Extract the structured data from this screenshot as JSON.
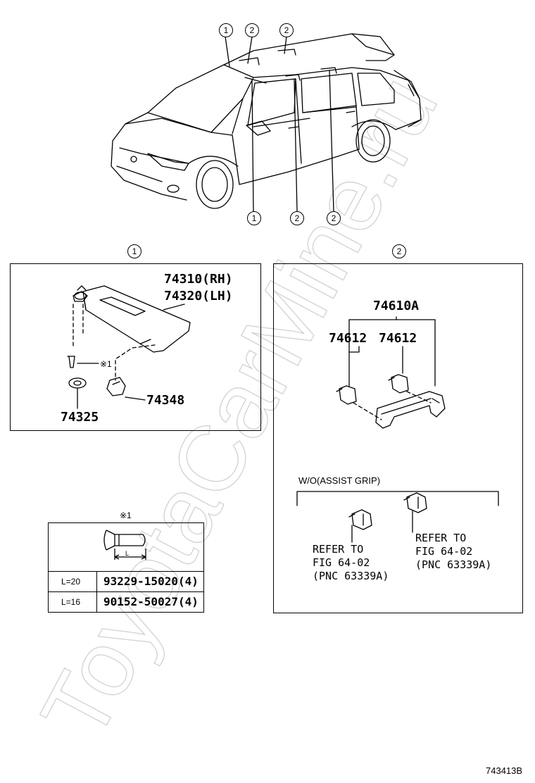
{
  "overview": {
    "callouts_top": [
      "1",
      "2",
      "2"
    ],
    "callouts_bottom": [
      "1",
      "2",
      "2"
    ]
  },
  "section_1": {
    "marker": "1",
    "parts": {
      "visor_rh": "74310(RH)",
      "visor_lh": "74320(LH)",
      "screw_ref": "※1",
      "holder": "74348",
      "bracket": "74325"
    }
  },
  "section_2": {
    "marker": "2",
    "parts": {
      "assembly": "74610A",
      "cover_left": "74612",
      "cover_right": "74612"
    },
    "wo_label": "W/O(ASSIST GRIP)",
    "refer_left": "REFER TO\nFIG 64-02\n(PNC 63339A)",
    "refer_right": "REFER TO\nFIG 64-02\n(PNC 63339A)"
  },
  "screw_table": {
    "header": "※1",
    "length_label": "L",
    "rows": [
      {
        "length": "L=20",
        "part": "93229-15020(4)"
      },
      {
        "length": "L=16",
        "part": "90152-50027(4)"
      }
    ]
  },
  "watermark": "ToyotaCarMine.ru",
  "figure_id": "743413B"
}
